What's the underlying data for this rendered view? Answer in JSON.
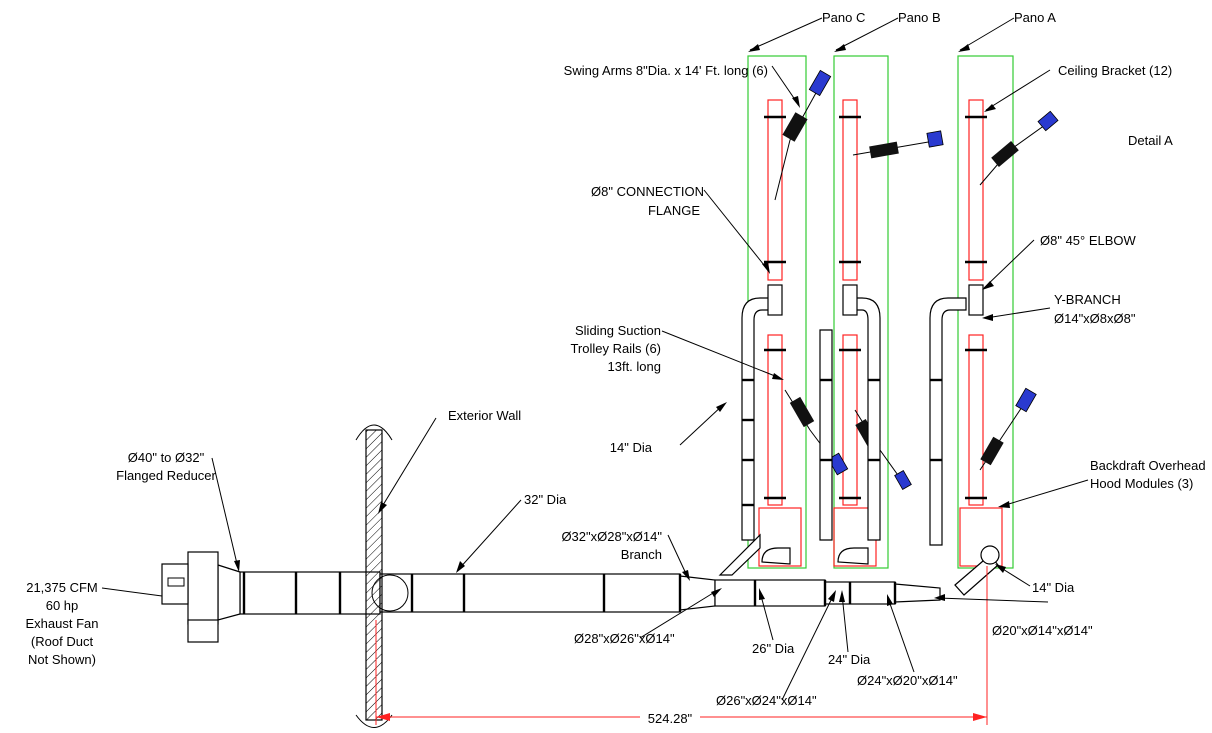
{
  "diagram": {
    "labels": {
      "pano_c": "Pano C",
      "pano_b": "Pano B",
      "pano_a": "Pano A",
      "swing_arms": "Swing Arms 8\"Dia. x 14' Ft. long (6)",
      "ceiling_bracket": "Ceiling Bracket (12)",
      "detail_a": "Detail A",
      "connection_flange_1": "Ø8\" CONNECTION",
      "connection_flange_2": "FLANGE",
      "elbow": "Ø8\" 45° ELBOW",
      "y_branch_1": "Y-BRANCH",
      "y_branch_2": "Ø14\"xØ8xØ8\"",
      "sliding_1": "Sliding Suction",
      "sliding_2": "Trolley Rails (6)",
      "sliding_3": "13ft. long",
      "exterior_wall": "Exterior Wall",
      "reducer_1": "Ø40\" to Ø32\"",
      "reducer_2": "Flanged Reducer",
      "dia_14_left": "14\" Dia",
      "dia_32": "32\" Dia",
      "backdraft_1": "Backdraft Overhead",
      "backdraft_2": "Hood Modules (3)",
      "branch_32_1": "Ø32\"xØ28\"xØ14\"",
      "branch_32_2": "Branch",
      "dia_14_right": "14\" Dia",
      "fan_1": "21,375 CFM",
      "fan_2": "60 hp",
      "fan_3": "Exhaust Fan",
      "fan_4": "(Roof Duct",
      "fan_5": "Not Shown)",
      "branch_28": "Ø28\"xØ26\"xØ14\"",
      "dia_26": "26\" Dia",
      "dia_24": "24\" Dia",
      "branch_20": "Ø20\"xØ14\"xØ14\"",
      "branch_26": "Ø26\"xØ24\"xØ14\"",
      "branch_24": "Ø24\"xØ20\"xØ14\"",
      "dimension": "524.28\""
    },
    "colors": {
      "pano_outline": "#33cc33",
      "rail_outline": "#ff2222",
      "dimension": "#ff2222",
      "hood": "#2a3ad0"
    }
  }
}
